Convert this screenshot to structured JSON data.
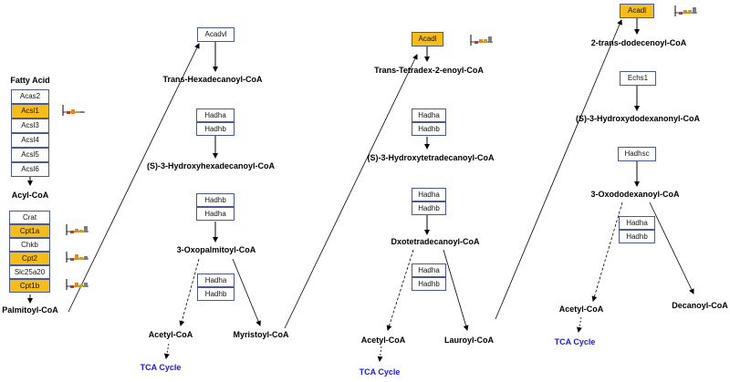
{
  "colors": {
    "gene_border": "#4a5a8c",
    "gene_highlight": "#f5bd1b",
    "link_text": "#1a1adc",
    "arrow": "#000000"
  },
  "column1": {
    "fatty_acid": "Fatty Acid",
    "genes_a": [
      {
        "label": "Acas2",
        "highlighted": false
      },
      {
        "label": "Acsl1",
        "highlighted": true
      },
      {
        "label": "Acsl3",
        "highlighted": false
      },
      {
        "label": "Acsl4",
        "highlighted": false
      },
      {
        "label": "Acsl5",
        "highlighted": false
      },
      {
        "label": "Acsl6",
        "highlighted": false
      }
    ],
    "acyl_coa": "Acyl-CoA",
    "genes_b": [
      {
        "label": "Crat",
        "highlighted": false
      },
      {
        "label": "Cpt1a",
        "highlighted": true
      },
      {
        "label": "Chkb",
        "highlighted": false
      },
      {
        "label": "Cpt2",
        "highlighted": true
      },
      {
        "label": "Slc25a20",
        "highlighted": false
      },
      {
        "label": "Cpt1b",
        "highlighted": true
      }
    ],
    "palmitoyl_coa": "Palmitoyl-CoA"
  },
  "column2": {
    "enzyme1": "Acadvl",
    "met1": "Trans-Hexadecanoyl-CoA",
    "enzyme2a": "Hadha",
    "enzyme2b": "Hadhb",
    "met2": "(S)-3-Hydroxyhexadecanoyl-CoA",
    "enzyme3a": "Hadhb",
    "enzyme3b": "Hadha",
    "met3": "3-Oxopalmitoyl-CoA",
    "enzyme4a": "Hadha",
    "enzyme4b": "Hadhb",
    "acetyl": "Acetyl-CoA",
    "product": "Myristoyl-CoA",
    "tca": "TCA Cycle"
  },
  "column3": {
    "enzyme1": "Acadl",
    "met1": "Trans-Tetradex-2-enoyl-CoA",
    "enzyme2a": "Hadha",
    "enzyme2b": "Hadhb",
    "met2": "(S)-3-Hydroxytetradecanoyl-CoA",
    "enzyme3a": "Hadha",
    "enzyme3b": "Hadhb",
    "met3": "Dxotetradecanoyl-CoA",
    "enzyme4a": "Hadha",
    "enzyme4b": "Hadhb",
    "acetyl": "Acetyl-CoA",
    "product": "Lauroyl-CoA",
    "tca": "TCA Cycle"
  },
  "column4": {
    "enzyme1": "Acadl",
    "met1": "2-trans-dodecenoyl-CoA",
    "enzyme2": "Echs1",
    "met2": "(S)-3-Hydroxydodexanonyl-CoA",
    "enzyme3": "Hadhsc",
    "met3": "3-Oxododexanoyl-CoA",
    "enzyme4a": "Hadha",
    "enzyme4b": "Hadhb",
    "acetyl": "Acetyl-CoA",
    "product": "Decanoyl-CoA",
    "tca": "TCA Cycle"
  }
}
